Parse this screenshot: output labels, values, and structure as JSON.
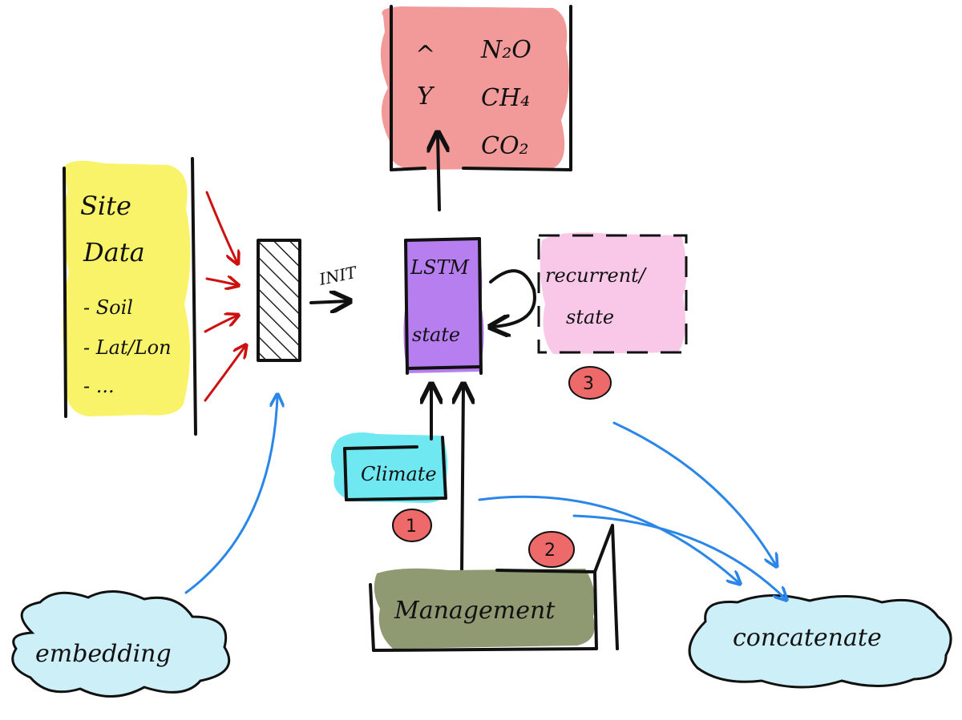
{
  "colors": {
    "ink": "#111111",
    "site_fill": "#f9f36a",
    "output_fill": "#f29a9a",
    "lstm_fill": "#b77ef0",
    "recurrent_fill": "#f9c8e8",
    "climate_fill": "#6fe8f2",
    "management_fill": "#8f9a72",
    "cloud_fill": "#cdeff8",
    "badge_fill": "#ee6a6a",
    "red_arrow": "#cc1111",
    "blue_arrow": "#2a86e8"
  },
  "site": {
    "title_line1": "Site",
    "title_line2": "Data",
    "items": [
      "- Soil",
      "- Lat/Lon",
      "- ..."
    ]
  },
  "init_label": "INIT",
  "lstm": {
    "line1": "LSTM",
    "line2": "state"
  },
  "recurrent": {
    "line1": "recurrent/",
    "line2": "state"
  },
  "output": {
    "hat": "^",
    "y": "Y",
    "gases": [
      "N₂O",
      "CH₄",
      "CO₂"
    ]
  },
  "climate": {
    "label": "Climate"
  },
  "management": {
    "label": "Management"
  },
  "embedding": {
    "label": "embedding"
  },
  "concatenate": {
    "label": "concatenate"
  },
  "badges": [
    "1",
    "2",
    "3"
  ]
}
